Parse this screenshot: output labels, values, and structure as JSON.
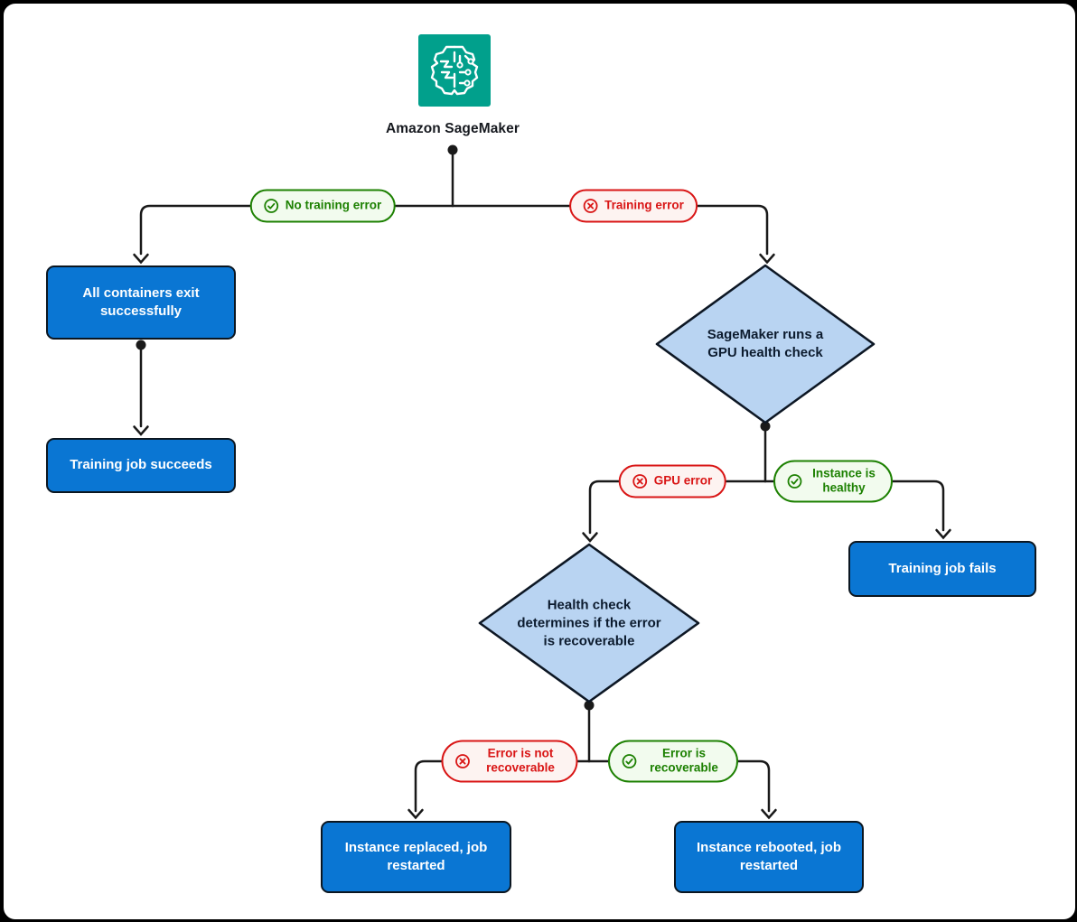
{
  "diagram": {
    "source": {
      "label": "Amazon SageMaker",
      "icon": "sagemaker-icon"
    },
    "nodes": {
      "all_containers": {
        "label": "All containers exit successfully",
        "type": "process"
      },
      "job_succeeds": {
        "label": "Training job succeeds",
        "type": "process"
      },
      "gpu_health_check": {
        "label": "SageMaker runs a GPU health check",
        "type": "decision"
      },
      "job_fails": {
        "label": "Training job fails",
        "type": "process"
      },
      "recoverable_check": {
        "label": "Health check determines if the error is recoverable",
        "type": "decision"
      },
      "instance_replaced": {
        "label": "Instance replaced, job restarted",
        "type": "process"
      },
      "instance_rebooted": {
        "label": "Instance rebooted, job restarted",
        "type": "process"
      }
    },
    "edges": {
      "no_training_error": {
        "label": "No training error",
        "status": "success",
        "icon": "check-circle-icon"
      },
      "training_error": {
        "label": "Training error",
        "status": "error",
        "icon": "x-circle-icon"
      },
      "gpu_error": {
        "label": "GPU error",
        "status": "error",
        "icon": "x-circle-icon"
      },
      "instance_healthy": {
        "label": "Instance is healthy",
        "status": "success",
        "icon": "check-circle-icon"
      },
      "error_not_recoverable": {
        "label": "Error is not recoverable",
        "status": "error",
        "icon": "x-circle-icon"
      },
      "error_recoverable": {
        "label": "Error is recoverable",
        "status": "success",
        "icon": "check-circle-icon"
      }
    },
    "colors": {
      "brand_teal": "#01a08c",
      "process_fill": "#0a76d3",
      "decision_fill": "#b9d4f2",
      "success": "#1d8102",
      "error": "#d91515",
      "line": "#191919"
    }
  }
}
